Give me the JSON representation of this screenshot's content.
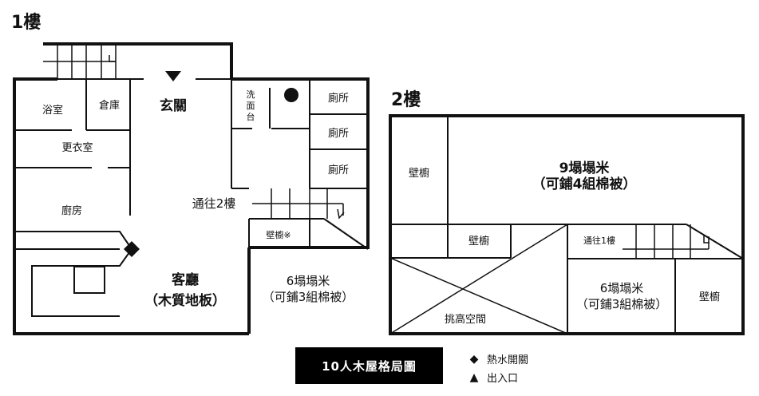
{
  "floor1": {
    "title": "1樓",
    "rooms": {
      "bathroom": "浴室",
      "storage": "倉庫",
      "entrance": "玄關",
      "washstand": [
        "洗",
        "面",
        "台"
      ],
      "toilet1": "廁所",
      "toilet2": "廁所",
      "toilet3": "廁所",
      "changing": "更衣室",
      "kitchen": "廚房",
      "stairs_to_2f": "通往2樓",
      "closet": "壁櫥※",
      "living_line1": "客廳",
      "living_line2": "（木質地板）",
      "room6_line1": "6塌塌米",
      "room6_line2": "（可鋪3組棉被）"
    }
  },
  "floor2": {
    "title": "2樓",
    "rooms": {
      "closet_left": "壁櫥",
      "room9_line1": "9塌塌米",
      "room9_line2": "（可鋪4組棉被）",
      "closet_mid": "壁櫥",
      "stairs_to_1f": "通往1樓",
      "void": "挑高空間",
      "room6_line1": "6塌塌米",
      "room6_line2": "（可鋪3組棉被）",
      "closet_right": "壁櫥"
    }
  },
  "badge": "10人木屋格局圖",
  "legend": [
    {
      "symbol": "◆",
      "icon": "diamond-icon",
      "label": "熱水開關"
    },
    {
      "symbol": "▲",
      "icon": "triangle-up-icon",
      "label": "出入口"
    }
  ],
  "colors": {
    "line": "#111111",
    "background": "#ffffff",
    "badge_bg": "#000000",
    "badge_text": "#ffffff"
  }
}
